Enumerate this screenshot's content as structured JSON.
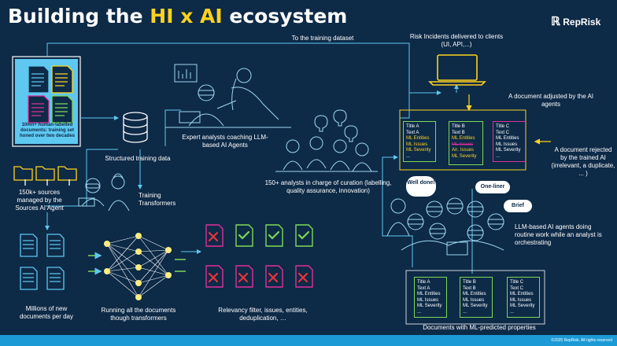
{
  "header": {
    "title_pre": "Building the ",
    "title_hl": "HI x AI",
    "title_post": " ecosystem",
    "brand": "RepRisk",
    "copyright": "©2025 RepRisk. All rights reserved"
  },
  "labels": {
    "docs_labelled": "10mn+ human-labelled documents: training set honed over two decades",
    "to_training": "To the training dataset",
    "risk_incidents": "Risk Incidents delivered to clients (UI, API,...)",
    "experts": "Expert analysts coaching LLM-based AI Agents",
    "structured": "Structured training data",
    "sources": "150k+ sources managed by the Sources AI Agent",
    "analysts": "150+ analysts in charge of curation (labelling, quality assurance, innovation)",
    "adjusted": "A document adjusted by the AI agents",
    "rejected": "A document rejected by the trained AI (irrelevant, a duplicate, ... )",
    "training": "Training Transformers",
    "millions": "Millions of new documents per day",
    "running": "Running all the documents though transformers",
    "relevancy": "Relevancy filter, issues, entities, deduplication, …",
    "llm_agents": "LLM-based AI agents doing routine work while an analyst is orchestrating",
    "ml_docs": "Documents with ML-predicted properties"
  },
  "bubbles": {
    "well_done": "Well done!",
    "one_liner": "One-liner",
    "brief": "Brief"
  },
  "top_cards": [
    {
      "title": "Title A",
      "text": "Text A",
      "entities": "ML Entities",
      "issues": "ML Issues",
      "severity": "ML Severity",
      "more": "..."
    },
    {
      "title": "Title B",
      "text": "Text B",
      "entities": "ML Entities",
      "issues": "ML Issues",
      "issues2": "An. Issues",
      "severity": "ML Severity"
    },
    {
      "title": "Title C",
      "text": "Text C",
      "entities": "ML Entities",
      "issues": "ML Issues",
      "severity": "ML Severity",
      "more": "..."
    }
  ],
  "bottom_cards": [
    {
      "title": "Title A",
      "text": "Text A",
      "entities": "ML Entities",
      "issues": "ML Issues",
      "severity": "ML Severity",
      "more": "..."
    },
    {
      "title": "Title B",
      "text": "Text B",
      "entities": "ML Entities",
      "issues": "ML Issues",
      "severity": "ML Severity",
      "more": "..."
    },
    {
      "title": "Title C",
      "text": "Text C",
      "entities": "ML Entities",
      "issues": "ML Issues",
      "severity": "ML Severity",
      "more": "..."
    }
  ],
  "colors": {
    "background": "#0d2a47",
    "accent_yellow": "#ffd21f",
    "accent_green": "#7ed957",
    "accent_red": "#e8343c",
    "accent_magenta": "#e0309a",
    "line_cyan": "#5ec8f0",
    "footer_blue": "#1c9ad6"
  }
}
